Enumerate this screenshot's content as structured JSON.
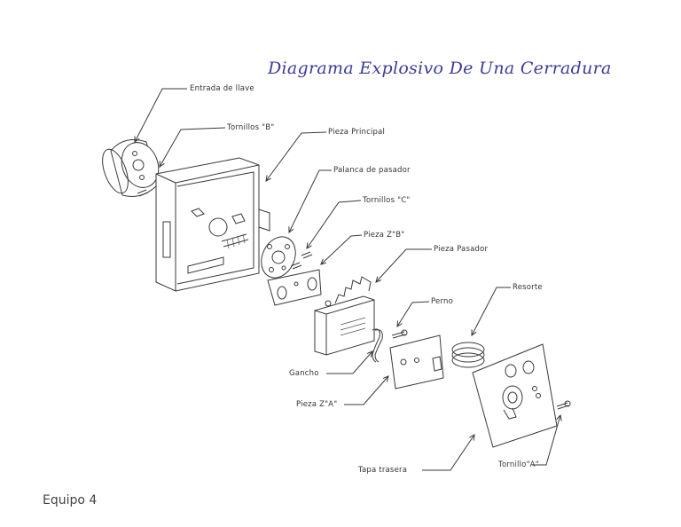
{
  "title": "Diagrama Explosivo De Una Cerradura",
  "team": "Equipo 4",
  "labels": {
    "entrada_llave": "Entrada de llave",
    "tornillos_b": "Tornillos \"B\"",
    "pieza_principal": "Pieza Principal",
    "palanca_pasador": "Palanca de pasador",
    "tornillos_c": "Tornillos \"C\"",
    "pieza_z_b": "Pieza Z\"B\"",
    "pieza_pasador": "Pieza Pasador",
    "perno": "Perno",
    "resorte": "Resorte",
    "gancho": "Gancho",
    "pieza_z_a": "Pieza Z\"A\"",
    "tapa_trasera": "Tapa trasera",
    "tornillo_a": "Tornillo\"A\""
  }
}
